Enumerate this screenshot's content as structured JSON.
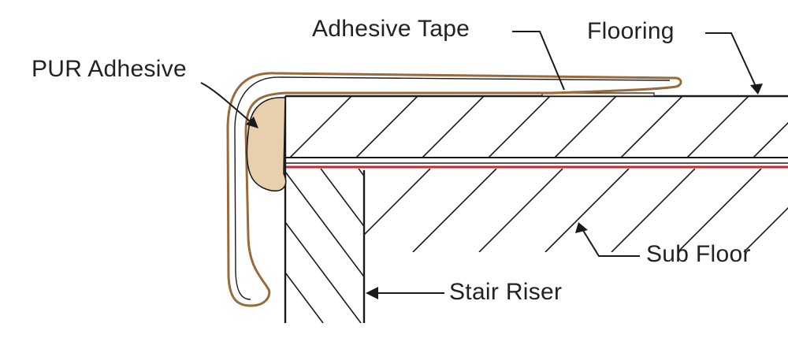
{
  "labels": {
    "adhesive_tape": "Adhesive Tape",
    "flooring": "Flooring",
    "pur_adhesive": "PUR Adhesive",
    "sub_floor": "Sub Floor",
    "stair_riser": "Stair Riser"
  },
  "colors": {
    "line": "#1a1a1a",
    "adhesive_fill": "#e8cfae",
    "nosing_outline": "#9a6a3a",
    "underlayment_red": "#d0262f",
    "tape_fill": "#f3ead8"
  }
}
